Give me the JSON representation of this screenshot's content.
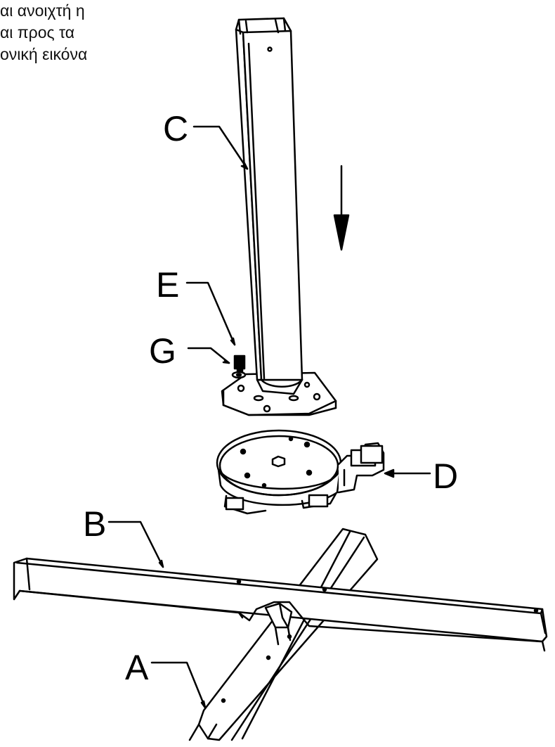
{
  "caption_lines": [
    "αι ανοιχτή η",
    "αι προς τα",
    "ονική εικόνα"
  ],
  "callouts": {
    "A": "A",
    "B": "B",
    "C": "C",
    "D": "D",
    "E": "E",
    "G": "G"
  },
  "colors": {
    "line": "#000000",
    "background": "#ffffff"
  }
}
